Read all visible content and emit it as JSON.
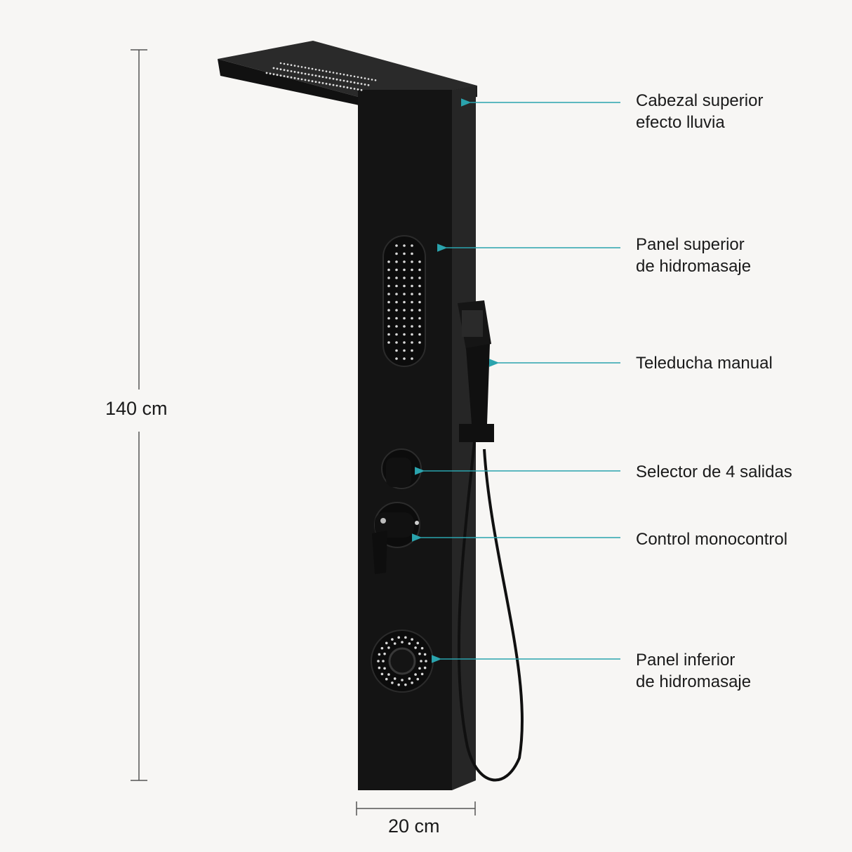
{
  "dimensions": {
    "height_label": "140 cm",
    "width_label": "20 cm"
  },
  "callouts": [
    {
      "id": "cabezal",
      "lines": [
        "Cabezal superior",
        "efecto lluvia"
      ]
    },
    {
      "id": "panel-superior",
      "lines": [
        "Panel superior",
        "de hidromasaje"
      ]
    },
    {
      "id": "teleducha",
      "lines": [
        "Teleducha manual"
      ]
    },
    {
      "id": "selector",
      "lines": [
        "Selector de 4 salidas"
      ]
    },
    {
      "id": "monocontrol",
      "lines": [
        "Control monocontrol"
      ]
    },
    {
      "id": "panel-inferior",
      "lines": [
        "Panel inferior",
        "de hidromasaje"
      ]
    }
  ],
  "colors": {
    "background": "#f7f6f4",
    "product": "#151515",
    "leader": "#2aa3ad",
    "dimension": "#555555",
    "text": "#1a1a1a"
  }
}
